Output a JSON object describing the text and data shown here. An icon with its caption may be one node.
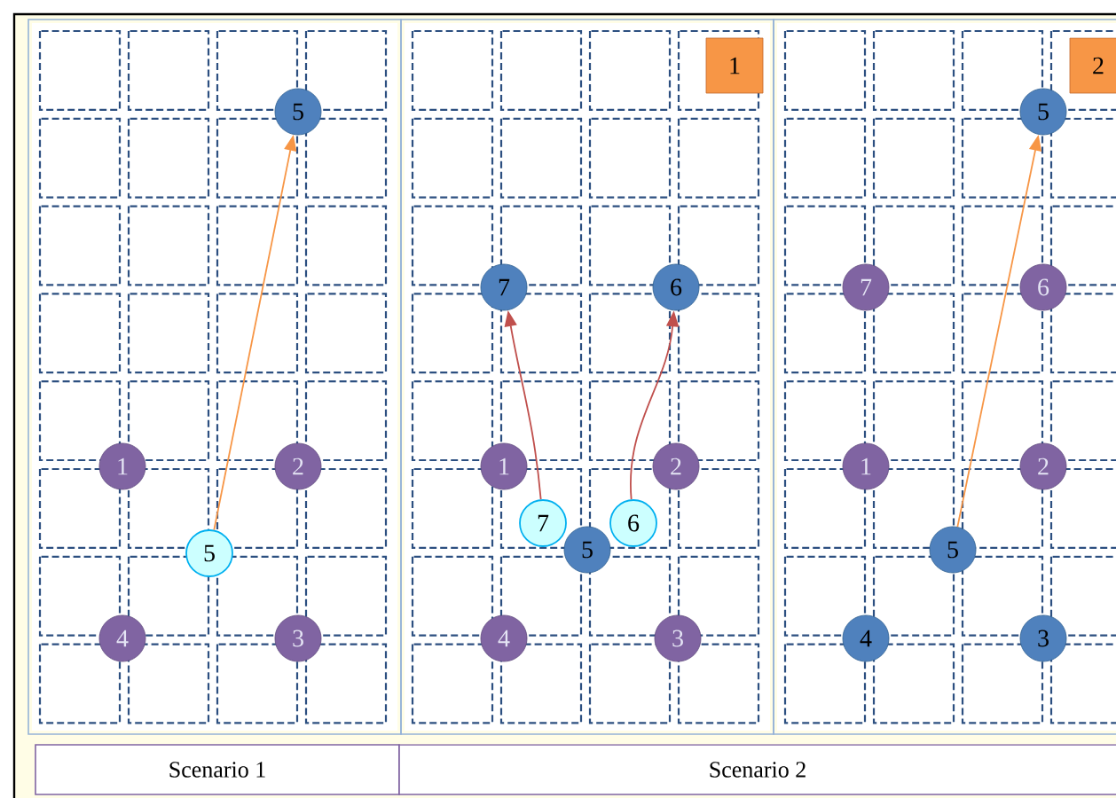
{
  "diagram": {
    "nodes": [
      {
        "text": [
          "5"
        ]
      },
      {
        "text": [
          "1"
        ]
      },
      {
        "text": [
          "2"
        ]
      },
      {
        "text": [
          "5"
        ]
      },
      {
        "text": [
          "4"
        ]
      },
      {
        "text": [
          "3"
        ]
      },
      {
        "text": [
          "1"
        ]
      },
      {
        "text": [
          "7"
        ]
      },
      {
        "text": [
          "6"
        ]
      },
      {
        "text": [
          "1"
        ]
      },
      {
        "text": [
          "2"
        ]
      },
      {
        "text": [
          "7"
        ]
      },
      {
        "text": [
          "6"
        ]
      },
      {
        "text": [
          "5"
        ]
      },
      {
        "text": [
          "4"
        ]
      },
      {
        "text": [
          "3"
        ]
      },
      {
        "text": [
          "2"
        ]
      },
      {
        "text": [
          "5"
        ]
      },
      {
        "text": [
          "7"
        ]
      },
      {
        "text": [
          "6"
        ]
      },
      {
        "text": [
          "1"
        ]
      },
      {
        "text": [
          "2"
        ]
      },
      {
        "text": [
          "5"
        ]
      },
      {
        "text": [
          "4"
        ]
      },
      {
        "text": [
          "3"
        ]
      }
    ],
    "edges": [
      {
        "from": 3,
        "to": 0,
        "arrow": "to",
        "color": "#f79646"
      },
      {
        "from": 11,
        "to": 7,
        "arrow": "to",
        "color": "#c0504d"
      },
      {
        "from": 12,
        "to": 8,
        "arrow": "to",
        "color": "#c0504d"
      },
      {
        "from": 22,
        "to": 17,
        "arrow": "to",
        "color": "#f79646"
      }
    ],
    "labels": [
      "Scenario 1",
      "Scenario 2"
    ]
  }
}
